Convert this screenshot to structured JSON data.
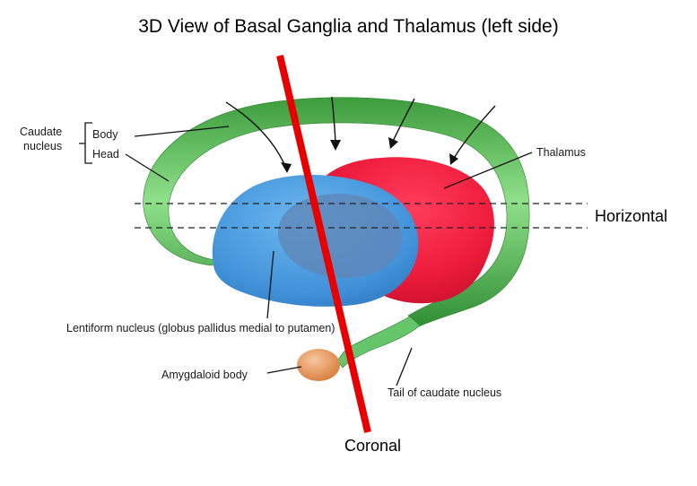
{
  "title": "3D View of Basal Ganglia and Thalamus (left side)",
  "labels": {
    "caudate_nucleus_line1": "Caudate",
    "caudate_nucleus_line2": "nucleus",
    "body": "Body",
    "head": "Head",
    "thalamus": "Thalamus",
    "horizontal": "Horizontal",
    "lentiform": "Lentiform nucleus (globus pallidus medial to putamen)",
    "amygdaloid": "Amygdaloid body",
    "tail": "Tail of caudate nucleus",
    "coronal": "Coronal"
  },
  "colors": {
    "caudate": "#4cb548",
    "thalamus": "#e8193a",
    "lentiform": "#3f8fd6",
    "globus_pallidus": "#5f86b8",
    "amygdala": "#e8965a",
    "coronal_line": "#e80000"
  }
}
